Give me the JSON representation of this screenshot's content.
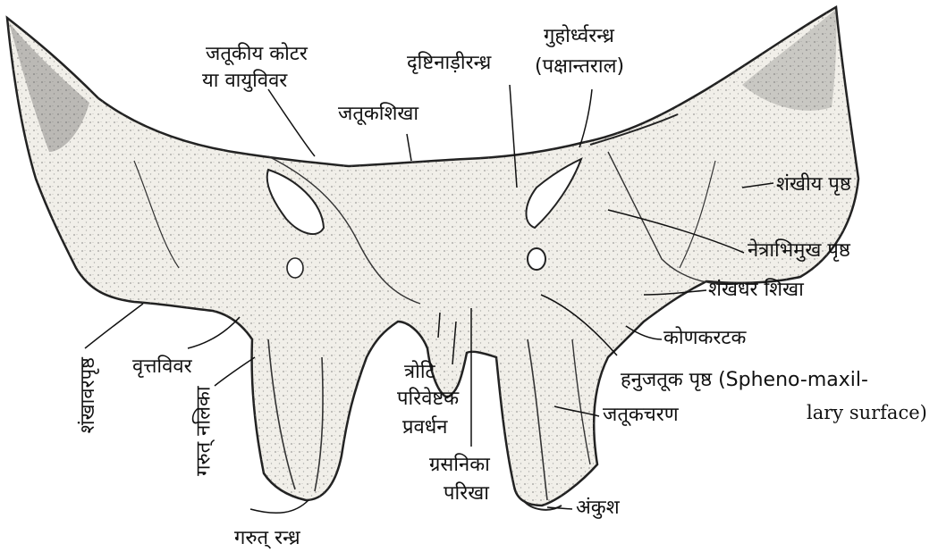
{
  "figure": {
    "labels": {
      "sinus_l1": "जतूकीय कोटर",
      "sinus_l2": "या वायुविवर",
      "crest": "जतूकशिखा",
      "optic_canal": "दृष्टिनाड़ीरन्ध्र",
      "fissure_l1": "गुहोर्ध्वरन्ध्र",
      "fissure_l2": "(पक्षान्तराल)",
      "temporal_surface": "शंखीय पृष्ठ",
      "orbital_surface": "नेत्राभिमुख पृष्ठ",
      "infratemporal_crest": "शंखधर शिखा",
      "angular_spine": "कोणकरटक",
      "maxillary_l1": "हनुजतूक पृष्ठ (Spheno-maxil-",
      "maxillary_l2": "lary surface)",
      "pterygoid_plate": "जतूकचरण",
      "hamulus": "अंकुश",
      "vaginal_l1": "ग्रसनिका",
      "vaginal_l2": "परिखा",
      "vaginal_proc_l1": "त्रोटि",
      "vaginal_proc_l2": "परिवेष्टक",
      "vaginal_proc_l3": "प्रवर्धन",
      "foramen_rotundum": "वृत्तविवर",
      "pterygoid_canal": "गरुत् नलिका",
      "pterygoid_fossa": "गरुत् रन्ध्र",
      "greater_wing_surface": "शंखावरपृष्ठ"
    },
    "colors": {
      "ink": "#111111",
      "bone": "#f1efe9",
      "stipple": "#6b6b6b"
    }
  }
}
